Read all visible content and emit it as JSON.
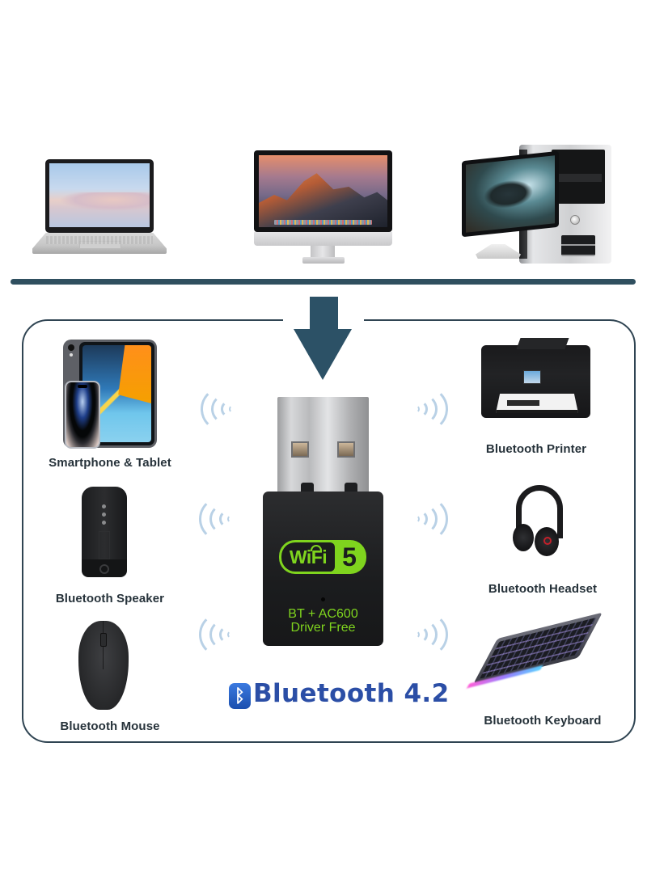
{
  "top_devices": [
    {
      "name": "laptop"
    },
    {
      "name": "imac"
    },
    {
      "name": "desktop-pc"
    }
  ],
  "connected_devices": {
    "left": [
      {
        "label": "Smartphone & Tablet"
      },
      {
        "label": "Bluetooth Speaker"
      },
      {
        "label": "Bluetooth Mouse"
      }
    ],
    "right": [
      {
        "label": "Bluetooth Printer"
      },
      {
        "label": "Bluetooth Headset"
      },
      {
        "label": "Bluetooth Keyboard"
      }
    ]
  },
  "adapter": {
    "badge_text": "WiFi",
    "badge_number": "5",
    "line1": "BT + AC600",
    "line2": "Driver Free"
  },
  "bluetooth": {
    "symbol": "ᛒ",
    "label": "Bluetooth 4.2"
  },
  "colors": {
    "frame": "#2f4452",
    "bar": "#2f4f5f",
    "arrow": "#2c5166",
    "accent_green": "#7fd41e",
    "bluetooth_blue": "#2b4ea6",
    "wave": "#b9d1e6",
    "label_text": "#26323a"
  }
}
